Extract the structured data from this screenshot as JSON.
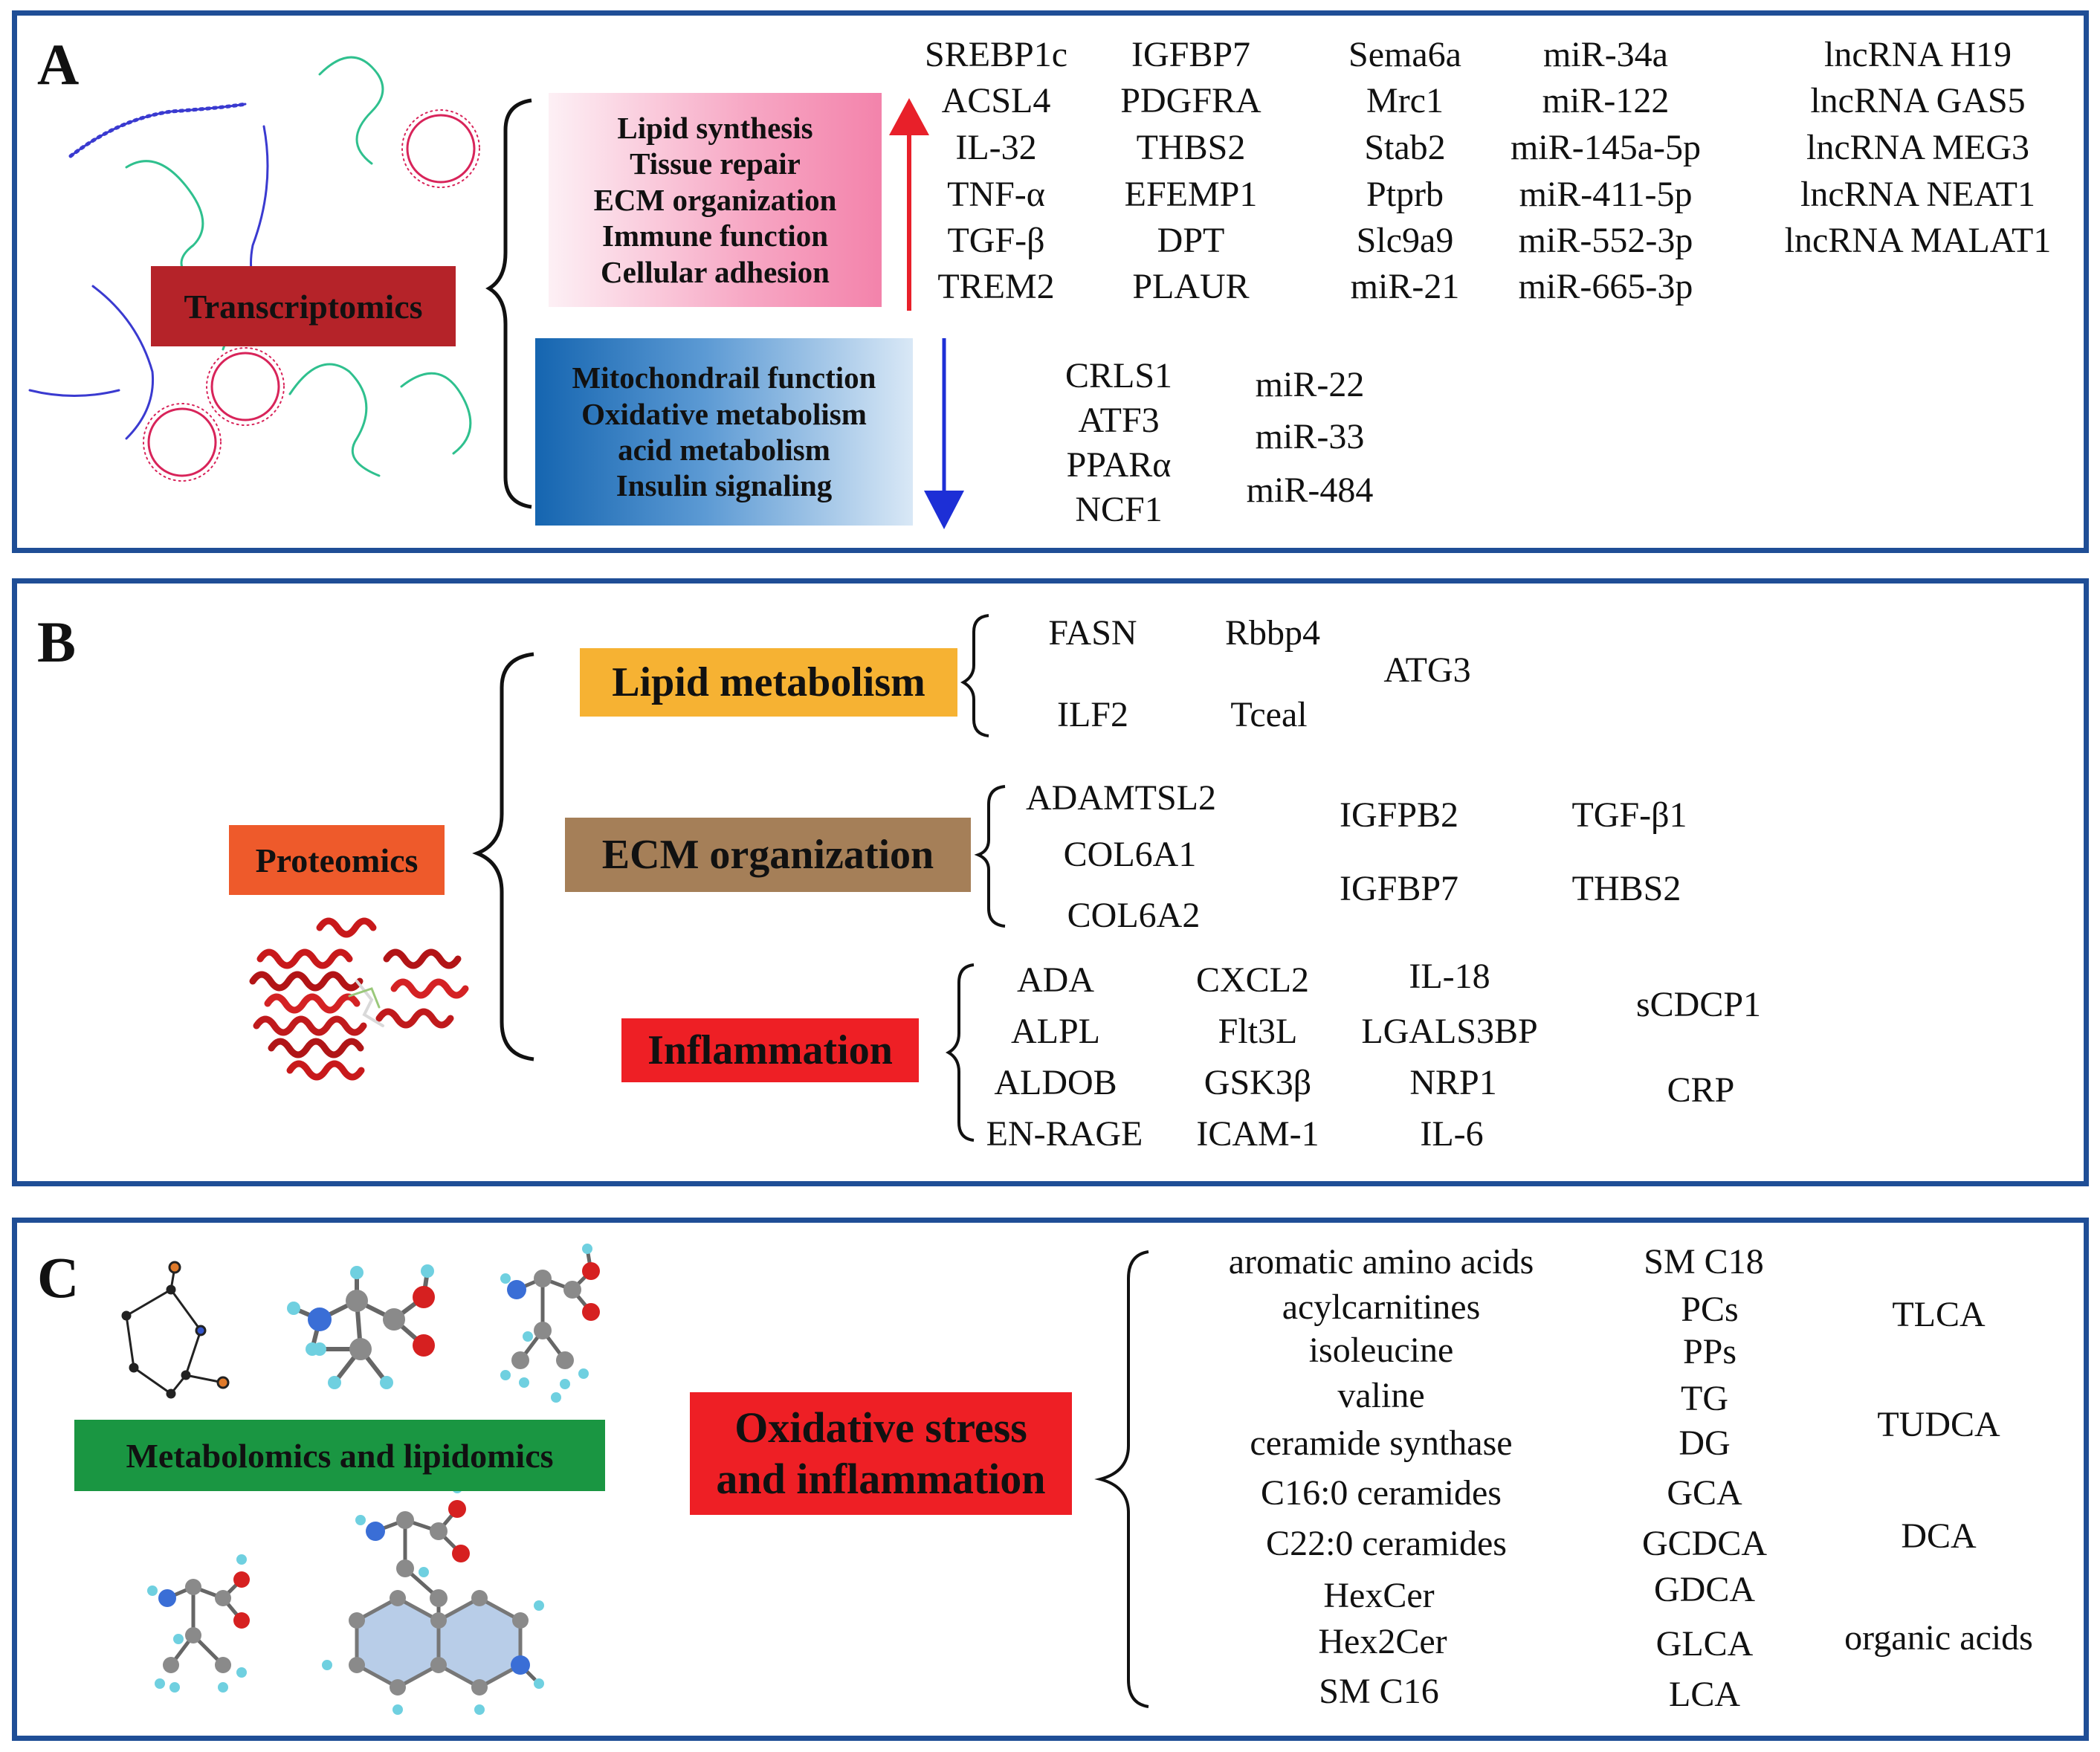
{
  "panel_a": {
    "label": "A",
    "omics": "Transcriptomics",
    "up_processes": [
      "Lipid synthesis",
      "Tissue repair",
      "ECM organization",
      "Immune function",
      "Cellular adhesion"
    ],
    "down_processes": [
      "Mitochondrail function",
      "Oxidative metabolism",
      "acid metabolism",
      "Insulin signaling"
    ],
    "up_col1": [
      "SREBP1c",
      "ACSL4",
      "IL-32",
      "TNF-α",
      "TGF-β",
      "TREM2"
    ],
    "up_col2": [
      "IGFBP7",
      "PDGFRA",
      "THBS2",
      "EFEMP1",
      "DPT",
      "PLAUR"
    ],
    "up_col3": [
      "Sema6a",
      "Mrc1",
      "Stab2",
      "Ptprb",
      "Slc9a9",
      "miR-21"
    ],
    "up_col4": [
      "miR-34a",
      "miR-122",
      "miR-145a-5p",
      "miR-411-5p",
      "miR-552-3p",
      "miR-665-3p"
    ],
    "up_col5": [
      "lncRNA H19",
      "lncRNA GAS5",
      "lncRNA MEG3",
      "lncRNA NEAT1",
      "lncRNA MALAT1"
    ],
    "down_col1": [
      "CRLS1",
      "ATF3",
      "PPARα",
      "NCF1"
    ],
    "down_col2": [
      "miR-22",
      "miR-33",
      "miR-484"
    ],
    "colors": {
      "up_arrow": "#e8202a",
      "down_arrow": "#1d2fd6",
      "omics_box": "#b52329"
    }
  },
  "panel_b": {
    "label": "B",
    "omics": "Proteomics",
    "lipid": {
      "title": "Lipid metabolism",
      "items": [
        "FASN",
        "Rbbp4",
        "ILF2",
        "Tceal",
        "ATG3"
      ]
    },
    "ecm": {
      "title": "ECM organization",
      "items": [
        "ADAMTSL2",
        "COL6A1",
        "COL6A2",
        "IGFPB2",
        "IGFBP7",
        "TGF-β1",
        "THBS2"
      ]
    },
    "inflammation": {
      "title": "Inflammation",
      "col1": [
        "ADA",
        "ALPL",
        "ALDOB",
        "EN-RAGE"
      ],
      "col2": [
        "CXCL2",
        "Flt3L",
        "GSK3β",
        "ICAM-1"
      ],
      "col3": [
        "IL-18",
        "LGALS3BP",
        "NRP1",
        "IL-6"
      ],
      "col4": [
        "sCDCP1",
        "CRP"
      ]
    },
    "colors": {
      "omics_box": "#ee5a2b",
      "lipid_box": "#f6b233",
      "ecm_box": "#a57f58",
      "inflam_box": "#ee1f25"
    }
  },
  "panel_c": {
    "label": "C",
    "omics": "Metabolomics and lipidomics",
    "category_line1": "Oxidative stress",
    "category_line2": "and inflammation",
    "col1": [
      "aromatic amino acids",
      "acylcarnitines",
      "isoleucine",
      "valine",
      "ceramide synthase",
      "C16:0 ceramides",
      "C22:0 ceramides",
      "HexCer",
      "Hex2Cer",
      "SM C16"
    ],
    "col2": [
      "SM C18",
      "PCs",
      "PPs",
      "TG",
      "DG",
      "GCA",
      "GCDCA",
      "GDCA",
      "GLCA",
      "LCA"
    ],
    "col3": [
      "TLCA",
      "TUDCA",
      "DCA",
      "organic acids"
    ],
    "colors": {
      "omics_box": "#1a9642",
      "category_box": "#ee1f25"
    }
  }
}
